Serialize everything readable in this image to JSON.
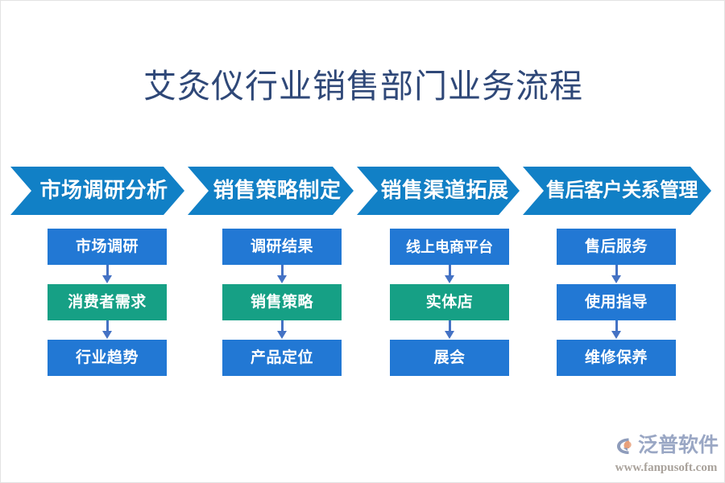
{
  "page": {
    "title": "艾灸仪行业销售部门业务流程",
    "background_color": "#ffffff",
    "title_color": "#2f4878"
  },
  "colors": {
    "chevron_blue": "#1180c6",
    "node_blue": "#2278d4",
    "node_green": "#16a085",
    "arrow_blue": "#4472c4",
    "watermark_brand": "#9aa7c4",
    "watermark_url": "#a9a29b",
    "logo_accent": "#e8a07a"
  },
  "flow": {
    "stages": [
      {
        "banner": "市场调研分析",
        "nodes": [
          {
            "label": "市场调研",
            "color": "blue"
          },
          {
            "label": "消费者需求",
            "color": "green"
          },
          {
            "label": "行业趋势",
            "color": "blue"
          }
        ]
      },
      {
        "banner": "销售策略制定",
        "nodes": [
          {
            "label": "调研结果",
            "color": "blue"
          },
          {
            "label": "销售策略",
            "color": "green"
          },
          {
            "label": "产品定位",
            "color": "blue"
          }
        ]
      },
      {
        "banner": "销售渠道拓展",
        "nodes": [
          {
            "label": "线上电商平台",
            "color": "blue"
          },
          {
            "label": "实体店",
            "color": "green"
          },
          {
            "label": "展会",
            "color": "blue"
          }
        ]
      },
      {
        "banner": "售后客户关系管理",
        "nodes": [
          {
            "label": "售后服务",
            "color": "blue"
          },
          {
            "label": "使用指导",
            "color": "blue"
          },
          {
            "label": "维修保养",
            "color": "blue"
          }
        ]
      }
    ]
  },
  "watermark": {
    "brand": "泛普软件",
    "url": "www.fanpusoft.com",
    "logo_icon": "fanpu-swoosh-logo-icon"
  }
}
